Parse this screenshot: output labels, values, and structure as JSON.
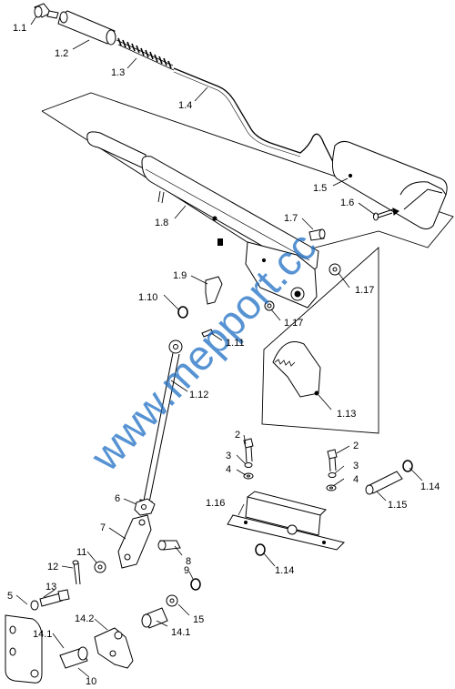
{
  "diagram": {
    "watermark": "www.mepport.cc",
    "callouts": {
      "c1_1": "1.1",
      "c1_2": "1.2",
      "c1_3": "1.3",
      "c1_4": "1.4",
      "c1_5": "1.5",
      "c1_6": "1.6",
      "c1_7": "1.7",
      "c1_8": "1.8",
      "c1_9": "1.9",
      "c1_10": "1.10",
      "c1_11": "1.11",
      "c1_12": "1.12",
      "c1_13": "1.13",
      "c1_14a": "1.14",
      "c1_14b": "1.14",
      "c1_15": "1.15",
      "c1_16": "1.16",
      "c1_17a": "1.17",
      "c1_17b": "1.17",
      "c2a": "2",
      "c2b": "2",
      "c3a": "3",
      "c3b": "3",
      "c4a": "4",
      "c4b": "4",
      "c5": "5",
      "c6": "6",
      "c7": "7",
      "c8": "8",
      "c9": "9",
      "c10": "10",
      "c11": "11",
      "c12": "12",
      "c13": "13",
      "c14_1a": "14.1",
      "c14_1b": "14.1",
      "c14_2": "14.2",
      "c15": "15"
    }
  }
}
